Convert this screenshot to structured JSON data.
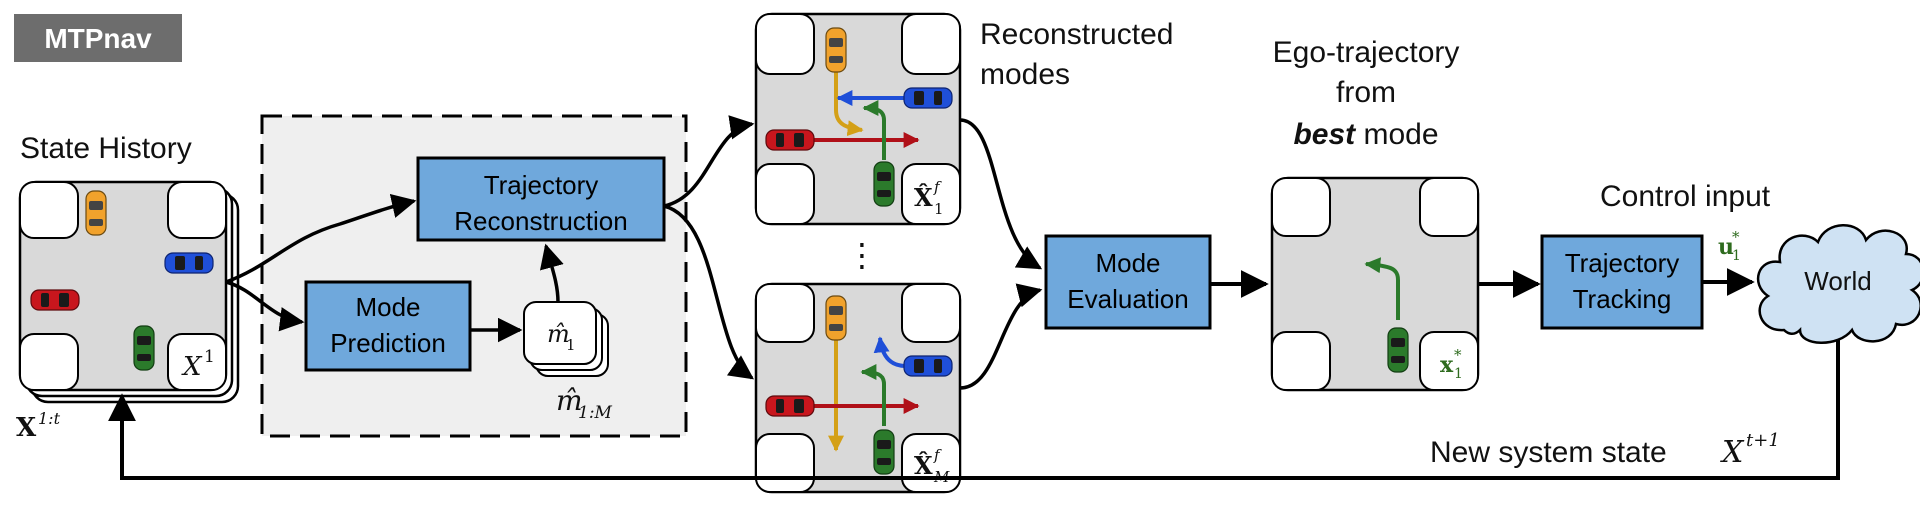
{
  "badge": "MTPnav",
  "labels": {
    "state_history": "State History",
    "reconstructed_line1": "Reconstructed",
    "reconstructed_line2": "modes",
    "ego_line1": "Ego-trajectory",
    "ego_line2": "from",
    "ego_best": "best",
    "ego_mode": " mode",
    "control_input": "Control input",
    "new_state": "New system state"
  },
  "blocks": {
    "trajectory_reconstruction": [
      "Trajectory",
      "Reconstruction"
    ],
    "mode_prediction": [
      "Mode",
      "Prediction"
    ],
    "mode_evaluation": [
      "Mode",
      "Evaluation"
    ],
    "trajectory_tracking": [
      "Trajectory",
      "Tracking"
    ],
    "world": "World"
  },
  "math": {
    "x1": "X",
    "x1_sup": "1",
    "history": "X",
    "history_sup": "1:t",
    "m1": "m̂",
    "m1_sub": "1",
    "m1M": "m̂",
    "m1M_sub": "1:M",
    "x1f": "X̂",
    "x1f_sup": "f",
    "x1f_sub": "1",
    "xMf": "X̂",
    "xMf_sup": "f",
    "xMf_sub": "M",
    "xstar": "x",
    "xstar_sup": "*",
    "xstar_sub": "1",
    "ustar": "u",
    "ustar_sup": "*",
    "ustar_sub": "1",
    "newstate": "X",
    "newstate_sup": "t+1"
  },
  "ellipsis": "⋮",
  "colors": {
    "block_fill": "#6fa8dc",
    "dashed_region": "#efefef",
    "road": "#d9d9d9",
    "world_fill": "#cfe2f3",
    "green_math": "#2e6b1e",
    "car_yellow": "#f1a22c",
    "car_blue": "#1f4fd8",
    "car_red": "#c8161d",
    "car_green": "#2b7a2b"
  }
}
